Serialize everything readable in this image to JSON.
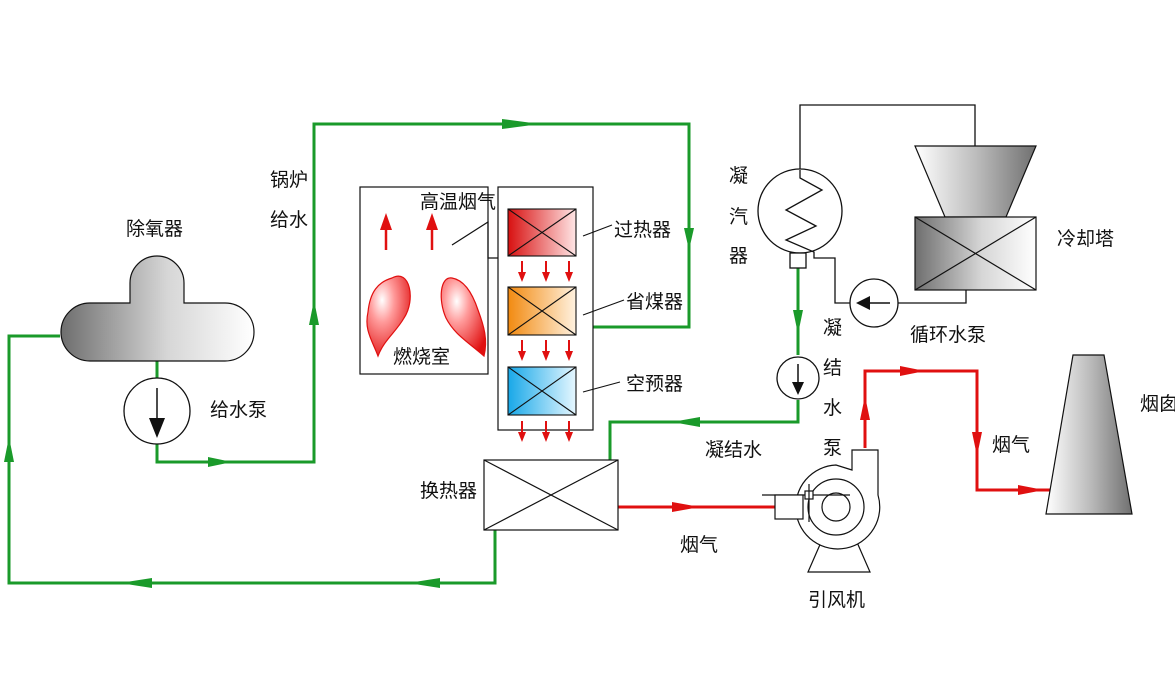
{
  "labels": {
    "deaerator": "除氧器",
    "boiler_feed_1": "锅炉",
    "boiler_feed_2": "给水",
    "feed_pump": "给水泵",
    "hot_flue_gas": "高温烟气",
    "combustion_chamber": "燃烧室",
    "superheater": "过热器",
    "economizer": "省煤器",
    "air_preheater": "空预器",
    "heat_exchanger": "换热器",
    "condenser_1": "凝",
    "condenser_2": "汽",
    "condenser_3": "器",
    "cond_pump_1": "凝",
    "cond_pump_2": "结",
    "cond_pump_3": "水",
    "cond_pump_4": "泵",
    "condensate": "凝结水",
    "flue_gas_bottom": "烟气",
    "flue_gas_right": "烟气",
    "induced_fan": "引风机",
    "circ_pump": "循环水泵",
    "cooling_tower": "冷却塔",
    "chimney": "烟囱"
  },
  "colors": {
    "water_line": "#1a9a2a",
    "flue_line": "#e01010",
    "outline": "#111111"
  }
}
